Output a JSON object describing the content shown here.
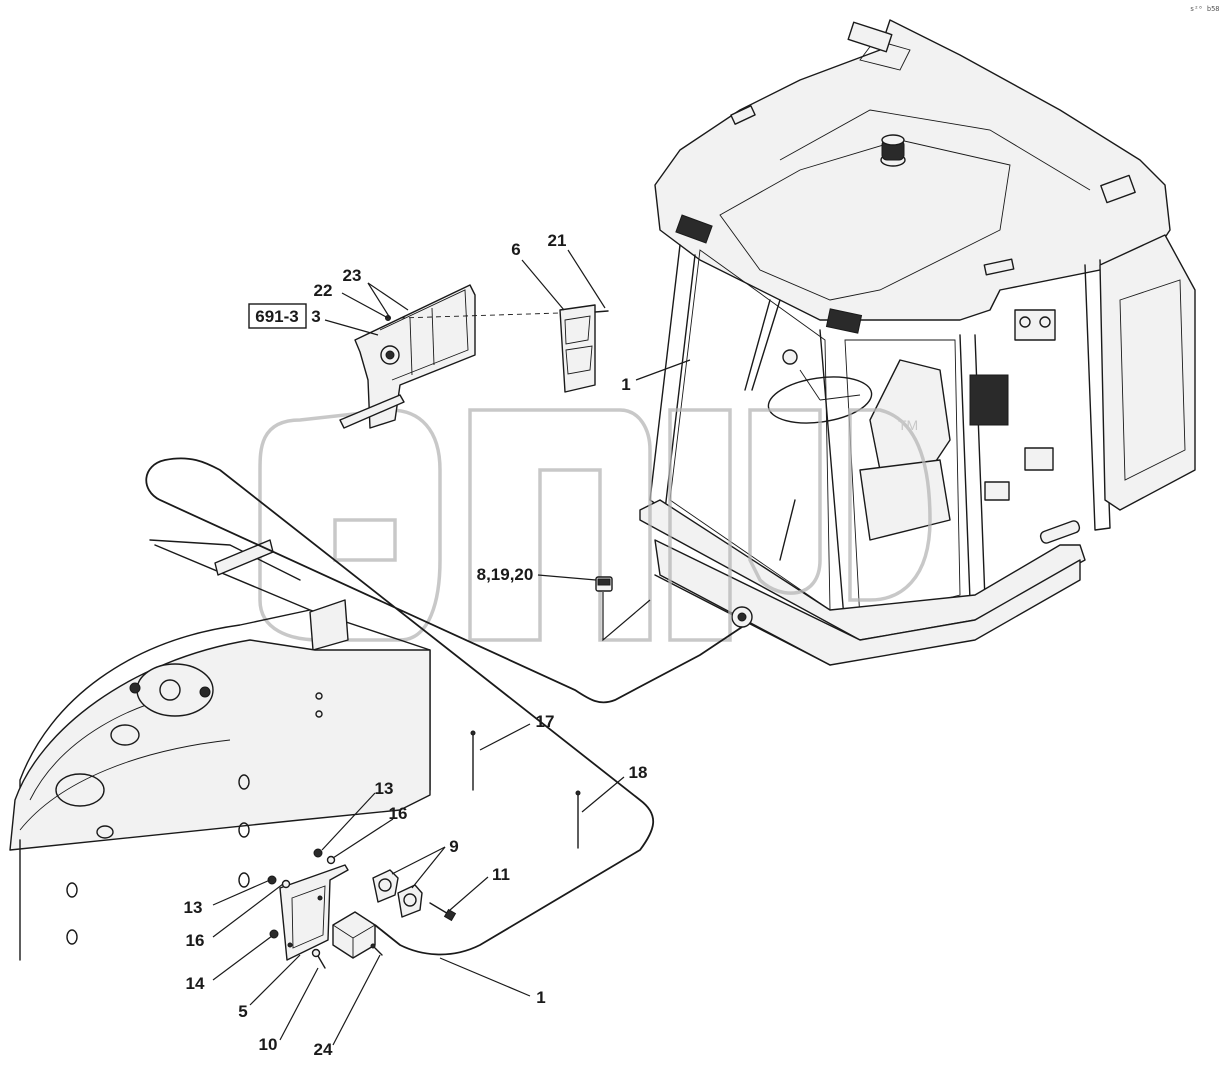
{
  "corner_mark": "s²⁰ b58",
  "watermark": {
    "trademark": "TM"
  },
  "reference_box": {
    "label": "691-3"
  },
  "callouts": [
    {
      "label": "23"
    },
    {
      "label": "22"
    },
    {
      "label": "3"
    },
    {
      "label": "6"
    },
    {
      "label": "21"
    },
    {
      "label": "1"
    },
    {
      "label": "8,19,20"
    },
    {
      "label": "17"
    },
    {
      "label": "18"
    },
    {
      "label": "13"
    },
    {
      "label": "16"
    },
    {
      "label": "9"
    },
    {
      "label": "11"
    },
    {
      "label": "13"
    },
    {
      "label": "16"
    },
    {
      "label": "14"
    },
    {
      "label": "5"
    },
    {
      "label": "10"
    },
    {
      "label": "24"
    },
    {
      "label": "1"
    }
  ]
}
